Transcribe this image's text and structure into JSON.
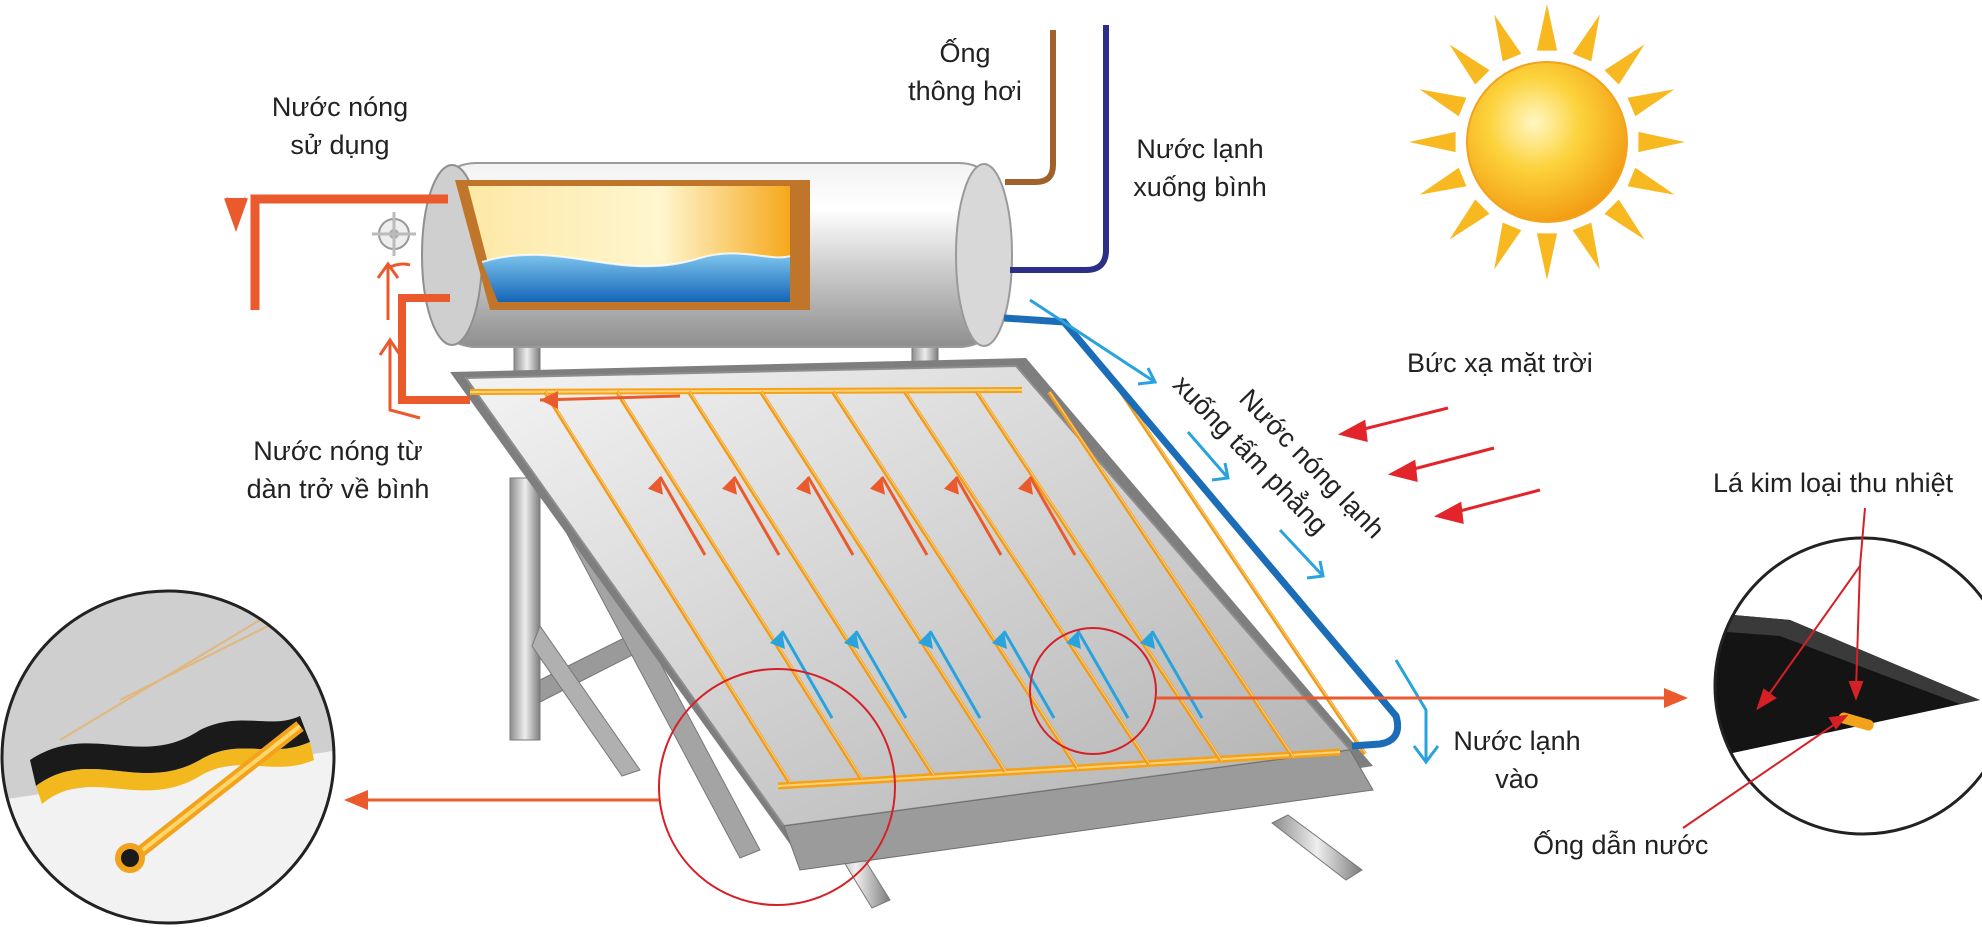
{
  "labels": {
    "vent_pipe": [
      "Ống",
      "thông hơi"
    ],
    "hot_water_use": [
      "Nước nóng",
      "sử dụng"
    ],
    "cold_water_down": [
      "Nước lạnh",
      "xuống bình"
    ],
    "hot_water_return": [
      "Nước nóng từ",
      "dàn trở về bình"
    ],
    "solar_radiation": "Bức xạ mặt trời",
    "panel_flow": [
      "Nước nóng lạnh",
      "xuống tấm phẳng"
    ],
    "cold_water_in": [
      "Nước lạnh",
      "vào"
    ],
    "absorber_plate": "Lá kim loại thu nhiệt",
    "water_pipe": "Ống dẫn nước"
  },
  "colors": {
    "hot": "#ea5a2c",
    "cold_light": "#29a3dd",
    "cold_pipe": "#1b6db7",
    "cold_inlet": "#2b2f86",
    "vent": "#a0622a",
    "radiation": "#e3242b",
    "copper": "#f0a41f",
    "sun": "#f8b81f"
  },
  "icons": [
    "sun-icon",
    "valve-icon"
  ]
}
